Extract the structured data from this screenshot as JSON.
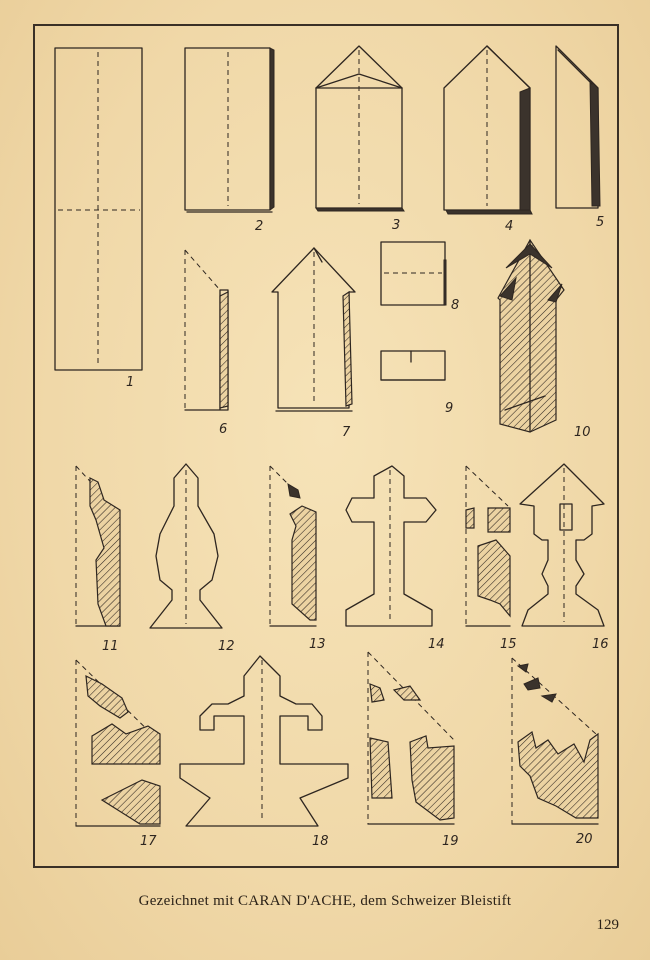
{
  "caption": "Gezeichnet mit CARAN D'ACHE, dem Schweizer Bleistift",
  "page_number": "129",
  "figures": [
    {
      "label": "1"
    },
    {
      "label": "2"
    },
    {
      "label": "3"
    },
    {
      "label": "4"
    },
    {
      "label": "5"
    },
    {
      "label": "6"
    },
    {
      "label": "7"
    },
    {
      "label": "8"
    },
    {
      "label": "9"
    },
    {
      "label": "10"
    },
    {
      "label": "11"
    },
    {
      "label": "12"
    },
    {
      "label": "13"
    },
    {
      "label": "14"
    },
    {
      "label": "15"
    },
    {
      "label": "16"
    },
    {
      "label": "17"
    },
    {
      "label": "18"
    },
    {
      "label": "19"
    },
    {
      "label": "20"
    }
  ]
}
